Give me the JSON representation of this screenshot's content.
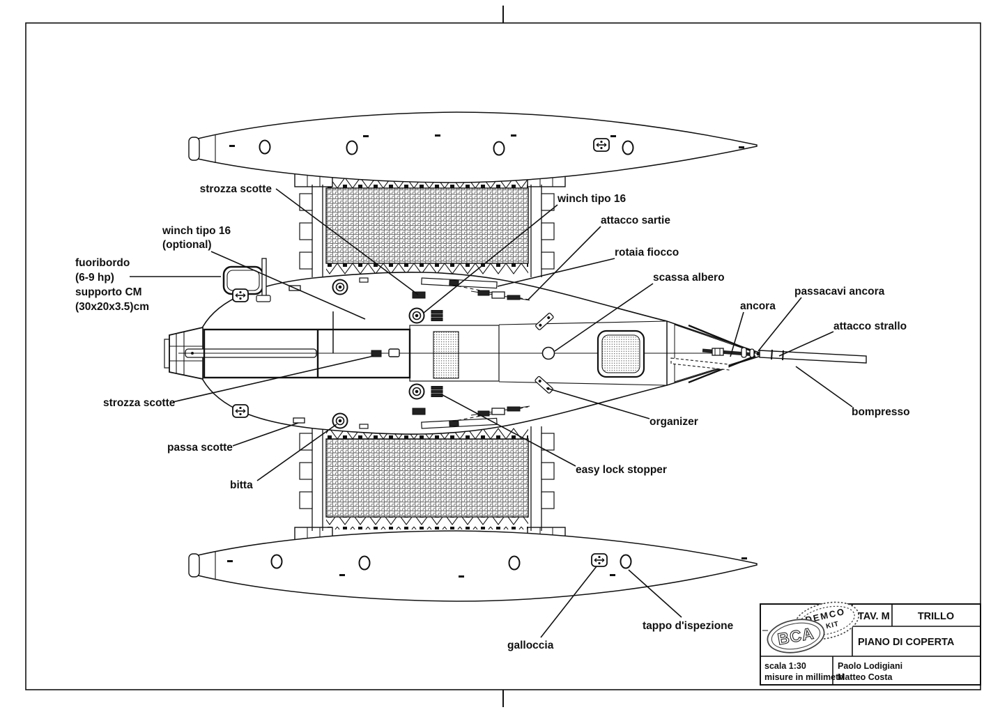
{
  "sheet": {
    "language": "Italian",
    "drawing_subject": "trimaran deck plan"
  },
  "title_block": {
    "tav_label": "TAV. M",
    "model": "TRILLO",
    "sheet_title": "PIANO DI COPERTA",
    "scale": "scala 1:30",
    "units": "misure in millimetri",
    "author_1": "Paolo Lodigiani",
    "author_2": "Matteo Costa",
    "logo_main": "BCA",
    "logo_badge_line1": "DEMCO",
    "logo_badge_line2": "KIT"
  },
  "annotations": [
    {
      "id": "strozza-scotte-top",
      "lines": [
        "strozza scotte"
      ]
    },
    {
      "id": "winch-tipo16-optional",
      "lines": [
        "winch tipo 16",
        "(optional)"
      ]
    },
    {
      "id": "fuoribordo",
      "lines": [
        "fuoribordo",
        "(6-9 hp)",
        "supporto CM",
        "(30x20x3.5)cm"
      ]
    },
    {
      "id": "winch-tipo16",
      "lines": [
        "winch tipo 16"
      ]
    },
    {
      "id": "attacco-sartie",
      "lines": [
        "attacco sartie"
      ]
    },
    {
      "id": "rotaia-fiocco",
      "lines": [
        "rotaia fiocco"
      ]
    },
    {
      "id": "scassa-albero",
      "lines": [
        "scassa albero"
      ]
    },
    {
      "id": "passacavi-ancora",
      "lines": [
        "passacavi ancora"
      ]
    },
    {
      "id": "ancora",
      "lines": [
        "ancora"
      ]
    },
    {
      "id": "attacco-strallo",
      "lines": [
        "attacco strallo"
      ]
    },
    {
      "id": "bompresso",
      "lines": [
        "bompresso"
      ]
    },
    {
      "id": "organizer",
      "lines": [
        "organizer"
      ]
    },
    {
      "id": "easy-lock-stopper",
      "lines": [
        "easy lock stopper"
      ]
    },
    {
      "id": "strozza-scotte-left",
      "lines": [
        "strozza scotte"
      ]
    },
    {
      "id": "passa-scotte",
      "lines": [
        "passa scotte"
      ]
    },
    {
      "id": "bitta",
      "lines": [
        "bitta"
      ]
    },
    {
      "id": "galloccia",
      "lines": [
        "galloccia"
      ]
    },
    {
      "id": "tappo-ispezione",
      "lines": [
        "tappo d'ispezione"
      ]
    }
  ],
  "colors": {
    "ink": "#111111",
    "paper": "#ffffff"
  }
}
